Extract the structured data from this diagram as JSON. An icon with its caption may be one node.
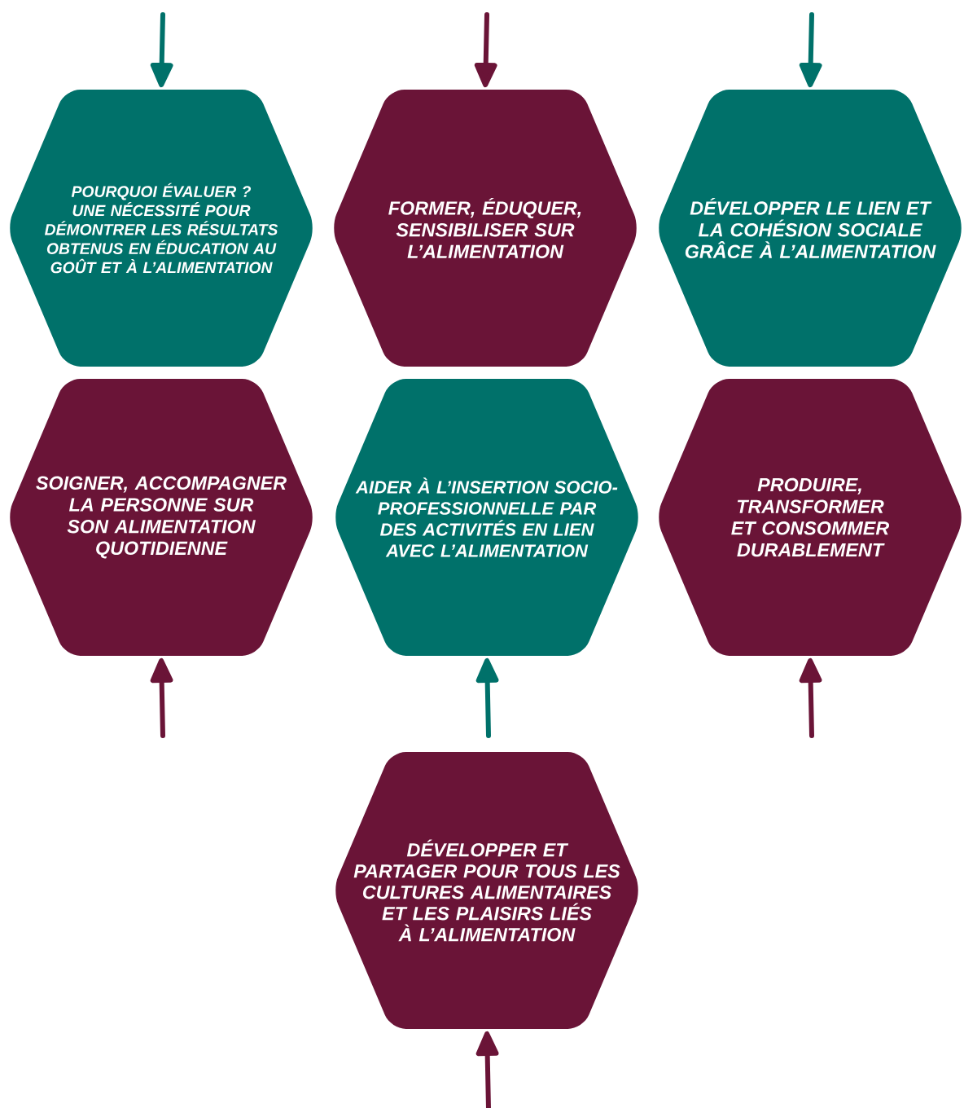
{
  "diagram": {
    "nodes": [
      {
        "text": [
          "POURQUOI ÉVALUER ? UNE NÉCESSITÉ POUR DÉMONTRER LES RÉSULTATS OBTENUS EN ÉDUCATION AU GOÛT ET À L’ALIMENTATION"
        ]
      },
      {
        "text": [
          "FORMER, ÉDUQUER, SENSIBILISER SUR L’ALIMENTATION"
        ]
      },
      {
        "text": [
          "DÉVELOPPER LE LIEN ET LA COHÉSION SOCIALE GRÂCE À L’ALIMENTATION"
        ]
      },
      {
        "text": [
          "SOIGNER, ACCOMPAGNER LA PERSONNE SUR SON ALIMENTATION QUOTIDIENNE"
        ]
      },
      {
        "text": [
          "AIDER À L’INSERTION SOCIO-PROFESSIONNELLE PAR DES ACTIVITÉS EN LIEN AVEC L’ALIMENTATION"
        ]
      },
      {
        "text": [
          "PRODUIRE, TRANSFORMER ET CONSOMMER DURABLEMENT"
        ]
      },
      {
        "text": [
          "DÉVELOPPER ET PARTAGER POUR TOUS LES CULTURES ALIMENTAIRES ET LES PLAISIRS LIÉS À L’ALIMENTATION"
        ]
      }
    ],
    "edges": [
      {
        "from": null,
        "to": 0,
        "arrow": "to",
        "color": "#00716a"
      },
      {
        "from": null,
        "to": 1,
        "arrow": "to"
      },
      {
        "from": null,
        "to": 2,
        "arrow": "to",
        "color": "#00716a"
      },
      {
        "from": null,
        "to": 3,
        "arrow": "to"
      },
      {
        "from": null,
        "to": 4,
        "arrow": "to",
        "color": "#00716a"
      },
      {
        "from": null,
        "to": 5,
        "arrow": "to"
      },
      {
        "from": null,
        "to": 6,
        "arrow": "to"
      }
    ]
  }
}
